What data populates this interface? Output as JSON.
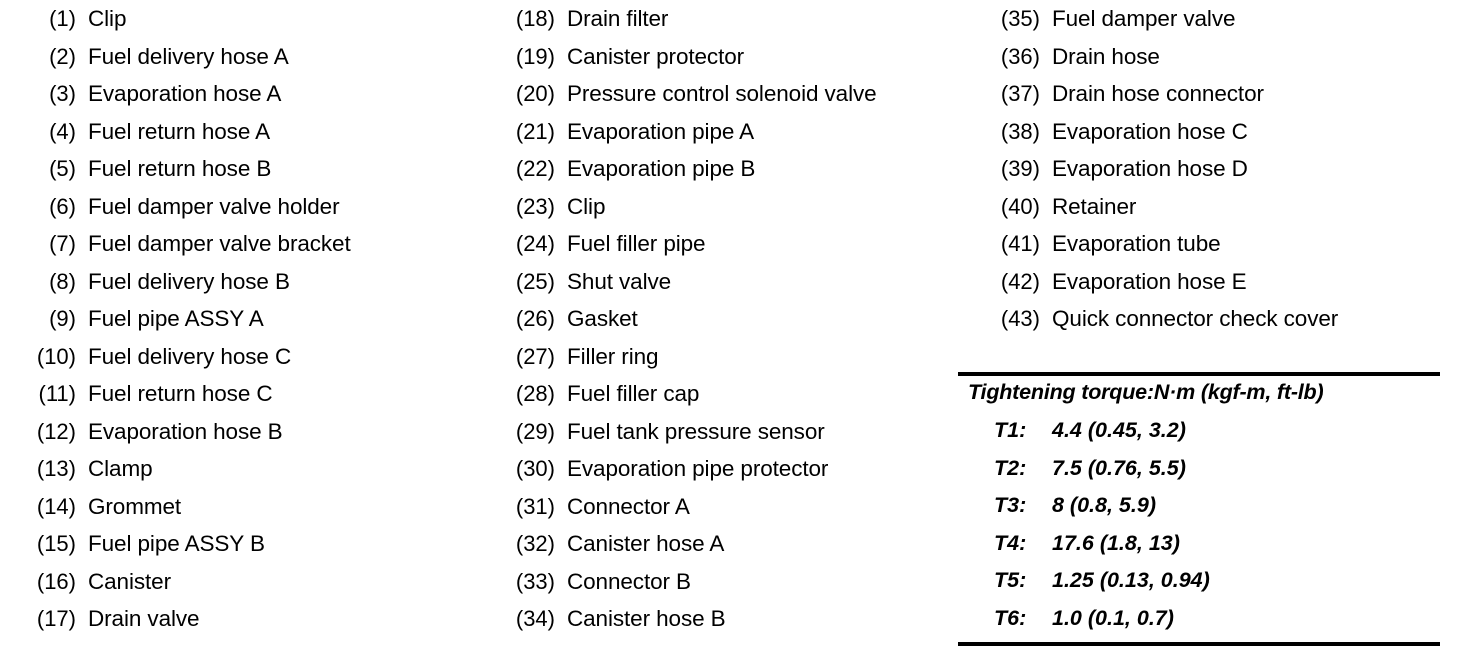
{
  "document": {
    "kind": "parts-legend",
    "background_color": "#ffffff",
    "text_color": "#000000"
  },
  "parts_columns": [
    {
      "id": "column-1",
      "items": [
        {
          "index": "(1)",
          "label": "Clip"
        },
        {
          "index": "(2)",
          "label": "Fuel delivery hose A"
        },
        {
          "index": "(3)",
          "label": "Evaporation hose A"
        },
        {
          "index": "(4)",
          "label": "Fuel return hose A"
        },
        {
          "index": "(5)",
          "label": "Fuel return hose B"
        },
        {
          "index": "(6)",
          "label": "Fuel damper valve holder"
        },
        {
          "index": "(7)",
          "label": "Fuel damper valve bracket"
        },
        {
          "index": "(8)",
          "label": "Fuel delivery hose B"
        },
        {
          "index": "(9)",
          "label": "Fuel pipe ASSY A"
        },
        {
          "index": "(10)",
          "label": "Fuel delivery hose C"
        },
        {
          "index": "(11)",
          "label": "Fuel return hose C"
        },
        {
          "index": "(12)",
          "label": "Evaporation hose B"
        },
        {
          "index": "(13)",
          "label": "Clamp"
        },
        {
          "index": "(14)",
          "label": "Grommet"
        },
        {
          "index": "(15)",
          "label": "Fuel pipe ASSY B"
        },
        {
          "index": "(16)",
          "label": "Canister"
        },
        {
          "index": "(17)",
          "label": "Drain valve"
        }
      ]
    },
    {
      "id": "column-2",
      "items": [
        {
          "index": "(18)",
          "label": "Drain filter"
        },
        {
          "index": "(19)",
          "label": "Canister protector"
        },
        {
          "index": "(20)",
          "label": "Pressure control solenoid valve"
        },
        {
          "index": "(21)",
          "label": "Evaporation pipe A"
        },
        {
          "index": "(22)",
          "label": "Evaporation pipe B"
        },
        {
          "index": "(23)",
          "label": "Clip"
        },
        {
          "index": "(24)",
          "label": "Fuel filler pipe"
        },
        {
          "index": "(25)",
          "label": "Shut valve"
        },
        {
          "index": "(26)",
          "label": "Gasket"
        },
        {
          "index": "(27)",
          "label": "Filler ring"
        },
        {
          "index": "(28)",
          "label": "Fuel filler cap"
        },
        {
          "index": "(29)",
          "label": "Fuel tank pressure sensor"
        },
        {
          "index": "(30)",
          "label": "Evaporation pipe protector"
        },
        {
          "index": "(31)",
          "label": "Connector A"
        },
        {
          "index": "(32)",
          "label": "Canister hose A"
        },
        {
          "index": "(33)",
          "label": "Connector B"
        },
        {
          "index": "(34)",
          "label": "Canister hose B"
        }
      ]
    },
    {
      "id": "column-3",
      "items": [
        {
          "index": "(35)",
          "label": "Fuel damper valve"
        },
        {
          "index": "(36)",
          "label": "Drain hose"
        },
        {
          "index": "(37)",
          "label": "Drain hose connector"
        },
        {
          "index": "(38)",
          "label": "Evaporation hose C"
        },
        {
          "index": "(39)",
          "label": "Evaporation hose D"
        },
        {
          "index": "(40)",
          "label": "Retainer"
        },
        {
          "index": "(41)",
          "label": "Evaporation tube"
        },
        {
          "index": "(42)",
          "label": "Evaporation hose E"
        },
        {
          "index": "(43)",
          "label": "Quick connector check cover"
        }
      ]
    }
  ],
  "torque_table": {
    "title": "Tightening torque:N·m (kgf-m, ft-lb)",
    "rows": [
      {
        "key": "T1:",
        "value": "4.4 (0.45, 3.2)"
      },
      {
        "key": "T2:",
        "value": "7.5 (0.76, 5.5)"
      },
      {
        "key": "T3:",
        "value": "8 (0.8, 5.9)"
      },
      {
        "key": "T4:",
        "value": "17.6 (1.8, 13)"
      },
      {
        "key": "T5:",
        "value": "1.25 (0.13, 0.94)"
      },
      {
        "key": "T6:",
        "value": "1.0 (0.1, 0.7)"
      }
    ]
  }
}
